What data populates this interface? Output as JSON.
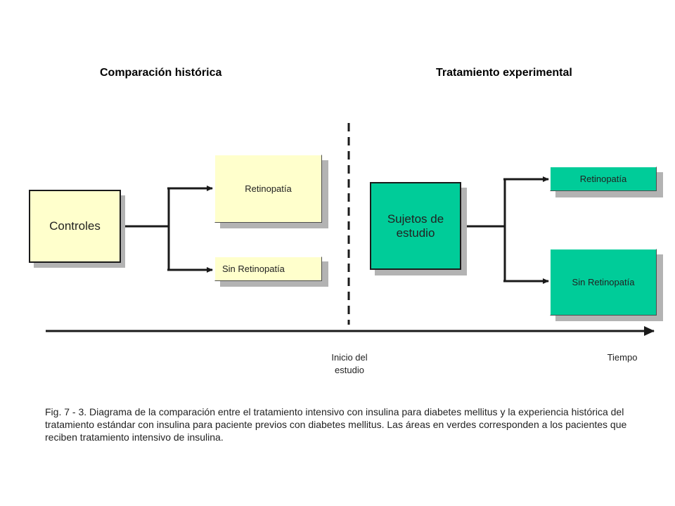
{
  "headings": {
    "left": "Comparación histórica",
    "right": "Tratamiento experimental"
  },
  "boxes": {
    "controles": "Controles",
    "retinopatia_left": "Retinopatía",
    "sin_retinopatia_left": "Sin Retinopatía",
    "sujetos": "Sujetos de estudio",
    "retinopatia_right": "Retinopatía",
    "sin_retinopatia_right": "Sin Retinopatía"
  },
  "timeline": {
    "start_label": "Inicio del estudio",
    "end_label": "Tiempo"
  },
  "caption": "Fig. 7 - 3. Diagrama de la comparación entre el tratamiento intensivo con insulina para diabetes mellitus y la experiencia histórica del tratamiento estándar con insulina para paciente previos con diabetes mellitus. Las áreas en verdes corresponden a los pacientes que reciben tratamiento intensivo de insulina.",
  "colors": {
    "control_fill": "#ffffcc",
    "experimental_fill": "#00cc99",
    "shadow": "#b3b3b3",
    "line": "#1a1a1a"
  }
}
